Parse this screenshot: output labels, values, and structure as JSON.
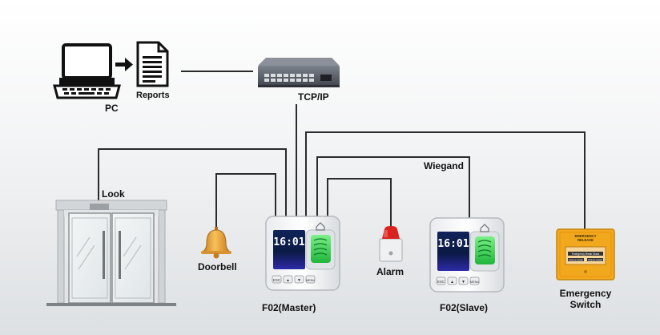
{
  "labels": {
    "pc": "PC",
    "reports": "Reports",
    "tcpip": "TCP/IP",
    "look": "Look",
    "wiegand": "Wiegand",
    "doorbell": "Doorbell",
    "alarm": "Alarm",
    "master": "F02(Master)",
    "slave": "F02(Slave)",
    "emergency_line1": "Emergency",
    "emergency_line2": "Switch"
  },
  "devices": {
    "master_time": "16:01",
    "slave_time": "16:01",
    "button_labels": [
      "ESC",
      "▲",
      "▼",
      "MENU"
    ],
    "emergency_header_line1": "EMERGENCY",
    "emergency_header_line2": "RELEASE",
    "emergency_bar_text": "Emergency Break Glass",
    "emergency_press_text": "PRESS HERE"
  },
  "colors": {
    "wire": "#2b2b2b",
    "emergency_box": "#f2a81d",
    "bell": "#e8a33a",
    "alarm_red": "#d8231f",
    "fingerprint_green": "#2fd04a",
    "screen_dark": "#071433"
  },
  "icons": [
    "pc-icon",
    "arrow-right-icon",
    "reports-icon",
    "switch-icon",
    "door-icon",
    "bell-icon",
    "alarm-icon",
    "terminal-icon",
    "emergency-switch-icon"
  ]
}
